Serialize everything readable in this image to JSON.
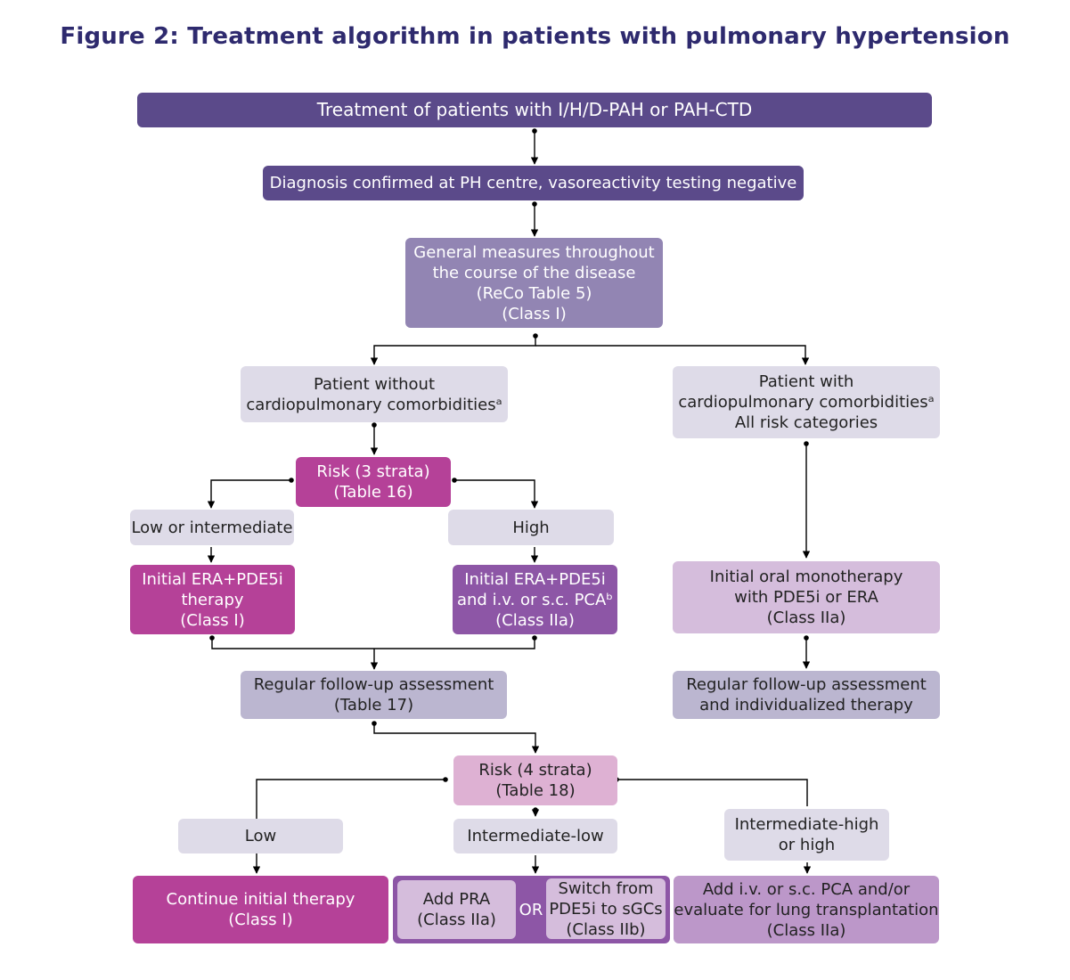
{
  "figure": {
    "title": "Figure 2: Treatment algorithm in patients with pulmonary hypertension"
  },
  "nodes": {
    "treatment": [
      "Treatment of patients with I/H/D-PAH or PAH-CTD"
    ],
    "diagnosis": [
      "Diagnosis confirmed at PH centre, vasoreactivity testing negative"
    ],
    "general": [
      "General measures throughout",
      "the course of the disease",
      "(ReCo Table 5)",
      "(Class I)"
    ],
    "without_comorb": [
      "Patient without",
      "cardiopulmonary comorbiditiesᵃ"
    ],
    "with_comorb": [
      "Patient with",
      "cardiopulmonary comorbiditiesᵃ",
      "All risk categories"
    ],
    "risk3": [
      "Risk (3 strata)",
      "(Table 16)"
    ],
    "low_intermediate": [
      "Low or intermediate"
    ],
    "high": [
      "High"
    ],
    "initial_era": [
      "Initial ERA+PDE5i",
      "therapy",
      "(Class I)"
    ],
    "initial_era_pca": [
      "Initial ERA+PDE5i",
      "and i.v. or s.c. PCAᵇ",
      "(Class IIa)"
    ],
    "oral_mono": [
      "Initial oral monotherapy",
      "with PDE5i or ERA",
      "(Class IIa)"
    ],
    "followup_left": [
      "Regular follow-up assessment",
      "(Table 17)"
    ],
    "followup_right": [
      "Regular follow-up assessment",
      "and individualized therapy"
    ],
    "risk4": [
      "Risk (4 strata)",
      "(Table 18)"
    ],
    "low": [
      "Low"
    ],
    "intermediate_low": [
      "Intermediate-low"
    ],
    "intermediate_high": [
      "Intermediate-high",
      "or high"
    ],
    "continue": [
      "Continue initial therapy",
      "(Class I)"
    ],
    "add_pra": [
      "Add PRA",
      "(Class IIa)"
    ],
    "or_label": [
      "OR"
    ],
    "switch": [
      "Switch from",
      "PDE5i to sGCs",
      "(Class IIb)"
    ],
    "add_pca": [
      "Add i.v. or s.c. PCA and/or",
      "evaluate for lung transplantation",
      "(Class IIa)"
    ]
  },
  "colors": {
    "title": "#2e2a6e",
    "dark_purple": "#5b4a8a",
    "mid_purple": "#9285b3",
    "light_grey": "#dedbe8",
    "grey_purple": "#bbb6d0",
    "magenta": "#b54198",
    "purple": "#8d56a6",
    "lilac": "#d5bddc",
    "pink": "#deb1d3",
    "mauve": "#bc97c9",
    "connector": "#000000"
  }
}
